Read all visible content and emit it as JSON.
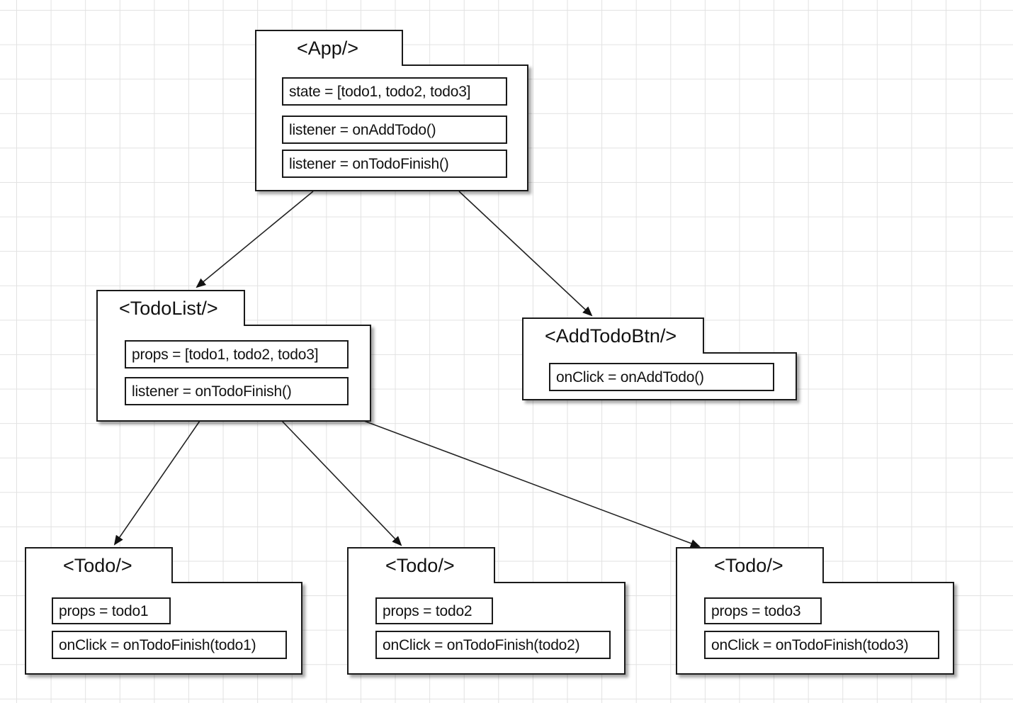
{
  "diagram": {
    "nodes": [
      {
        "id": "app",
        "title": "<App/>",
        "fields": [
          "state = [todo1, todo2, todo3]",
          "listener = onAddTodo()",
          "listener = onTodoFinish()"
        ]
      },
      {
        "id": "todolist",
        "title": "<TodoList/>",
        "fields": [
          "props = [todo1, todo2, todo3]",
          "listener = onTodoFinish()"
        ]
      },
      {
        "id": "addtodobtn",
        "title": "<AddTodoBtn/>",
        "fields": [
          "onClick = onAddTodo()"
        ]
      },
      {
        "id": "todo1",
        "title": "<Todo/>",
        "fields": [
          "props = todo1",
          "onClick = onTodoFinish(todo1)"
        ]
      },
      {
        "id": "todo2",
        "title": "<Todo/>",
        "fields": [
          "props = todo2",
          "onClick = onTodoFinish(todo2)"
        ]
      },
      {
        "id": "todo3",
        "title": "<Todo/>",
        "fields": [
          "props = todo3",
          "onClick = onTodoFinish(todo3)"
        ]
      }
    ],
    "edges": [
      {
        "from": "app",
        "to": "todolist"
      },
      {
        "from": "app",
        "to": "addtodobtn"
      },
      {
        "from": "todolist",
        "to": "todo1"
      },
      {
        "from": "todolist",
        "to": "todo2"
      },
      {
        "from": "todolist",
        "to": "todo3"
      }
    ]
  }
}
